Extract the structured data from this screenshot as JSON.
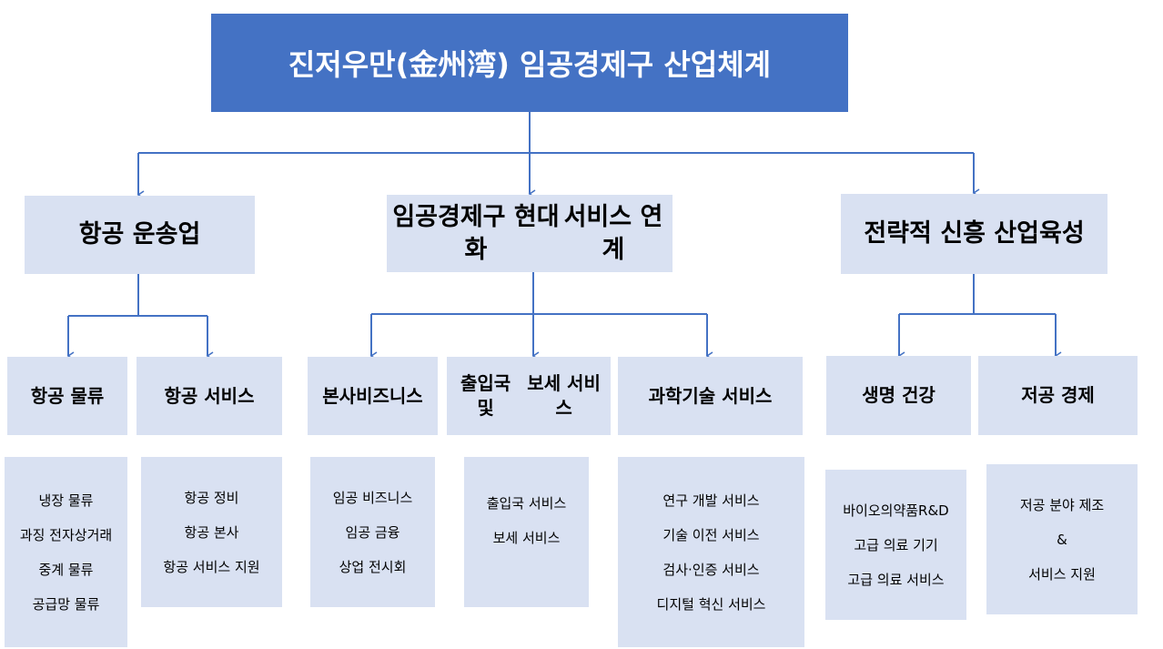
{
  "title": "진저우만(金州湾) 임공경제구 산업체계",
  "colors": {
    "title_bg": "#4472c4",
    "box_bg": "#d9e1f2",
    "connector": "#4472c4"
  },
  "groups": [
    {
      "label_lines": [
        "항공 운송업"
      ],
      "children": [
        {
          "label_lines": [
            "항공 물류"
          ],
          "items": [
            "냉장 물류",
            "과징 전자상거래",
            "중계 물류",
            "공급망 물류"
          ]
        },
        {
          "label_lines": [
            "항공 서비스"
          ],
          "items": [
            "항공 정비",
            "항공 본사",
            "항공 서비스 지원"
          ]
        }
      ]
    },
    {
      "label_lines": [
        "임공경제구 현대화",
        "서비스 연계"
      ],
      "children": [
        {
          "label_lines": [
            "본사",
            "비즈니스"
          ],
          "items": [
            "임공 비즈니스",
            "임공 금융",
            "상업 전시회"
          ]
        },
        {
          "label_lines": [
            "출입국 및",
            "보세 서비스"
          ],
          "items": [
            "출입국 서비스",
            "보세 서비스"
          ]
        },
        {
          "label_lines": [
            "과학기술 서비스"
          ],
          "items": [
            "연구 개발 서비스",
            "기술 이전 서비스",
            "검사·인증 서비스",
            "디지털 혁신 서비스"
          ]
        }
      ]
    },
    {
      "label_lines": [
        "전략적 신흥 산업",
        "육성"
      ],
      "children": [
        {
          "label_lines": [
            "생명 건강"
          ],
          "items": [
            "바이오의약품R&D",
            "고급 의료 기기",
            "고급 의료 서비스"
          ]
        },
        {
          "label_lines": [
            "저공 경제"
          ],
          "items": [
            "저공 분야 제조",
            "&",
            "서비스 지원"
          ]
        }
      ]
    }
  ]
}
